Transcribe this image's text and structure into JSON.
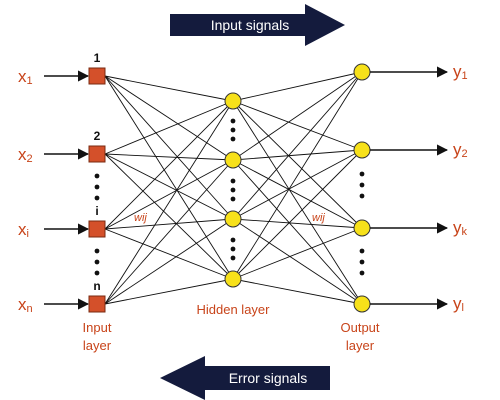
{
  "colors": {
    "input_node": "#d4502a",
    "input_node_stroke": "#7a2a10",
    "neuron": "#f7e11a",
    "neuron_stroke": "#333333",
    "edge": "#111111",
    "label_red": "#c8441a",
    "arrow_band": "#141b3d"
  },
  "banners": {
    "top": "Input signals",
    "bottom": "Error signals"
  },
  "inputs": {
    "labels": [
      {
        "base": "x",
        "sub": "1"
      },
      {
        "base": "x",
        "sub": "2"
      },
      {
        "base": "x",
        "sub": "i"
      },
      {
        "base": "x",
        "sub": "n"
      }
    ],
    "node_indices": [
      "1",
      "2",
      "i",
      "n"
    ]
  },
  "outputs": {
    "labels": [
      {
        "base": "y",
        "sub": "1"
      },
      {
        "base": "y",
        "sub": "2"
      },
      {
        "base": "y",
        "sub": "k"
      },
      {
        "base": "y",
        "sub": "l"
      }
    ]
  },
  "weights": {
    "input_hidden": "wij",
    "hidden_output": "wij"
  },
  "layers": {
    "input": [
      "Input",
      "layer"
    ],
    "hidden": "Hidden layer",
    "output": [
      "Output",
      "layer"
    ]
  },
  "icons": {
    "input_node": "square-node-icon",
    "neuron": "circle-neuron-icon",
    "ellipsis": "vertical-dots-icon"
  }
}
